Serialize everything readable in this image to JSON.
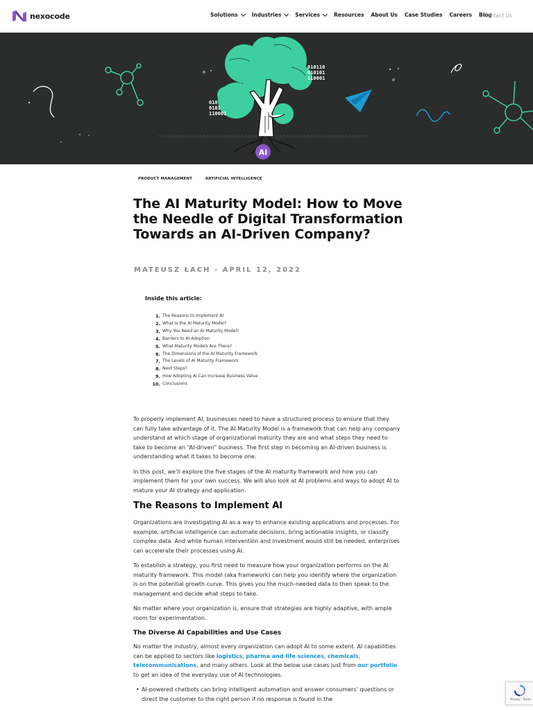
{
  "header": {
    "brand": "nexocode",
    "nav": [
      {
        "label": "Solutions",
        "has_dropdown": true
      },
      {
        "label": "Industries",
        "has_dropdown": true
      },
      {
        "label": "Services",
        "has_dropdown": true
      },
      {
        "label": "Resources",
        "has_dropdown": false
      },
      {
        "label": "About Us",
        "has_dropdown": false
      },
      {
        "label": "Case Studies",
        "has_dropdown": false
      },
      {
        "label": "Careers",
        "has_dropdown": false
      },
      {
        "label": "Blog",
        "has_dropdown": false
      }
    ],
    "contact": "Contact Us"
  },
  "hero": {
    "binary_right": [
      "010110",
      "010101",
      "110001"
    ],
    "binary_left": [
      "010",
      "0101",
      "110001"
    ],
    "badge": "AI"
  },
  "article": {
    "tags": [
      "PRODUCT MANAGEMENT",
      "ARTIFICIAL INTELLIGENCE"
    ],
    "title": "The AI Maturity Model: How to Move the Needle of Digital Transformation Towards an AI-Driven Company?",
    "byline": "MATEUSZ ŁACH - APRIL 12, 2022",
    "toc_title": "Inside this article:",
    "toc": [
      "The Reasons to Implement AI",
      "What Is the AI Maturity Model?",
      "Why You Need an AI Maturity Model?",
      "Barriers to AI Adoption",
      "What Maturity Models Are There?",
      "The Dimensions of the AI Maturity Framework",
      "The Levels of AI Maturity Framework",
      "Next Steps?",
      "How Adopting AI Can Increase Business Value",
      "Conclusions"
    ],
    "intro_p1": "To properly implement AI, businesses need to have a structured process to ensure that they can fully take advantage of it. The AI Maturity Model is a framework that can help any company understand at which stage of organizational maturity they are and what steps they need to take to become an “AI-driven” business. The first step in becoming an AI-driven business is understanding what it takes to become one.",
    "intro_p2": "In this post, we’ll explore the five stages of the AI maturity framework and how you can implement them for your own success. We will also look at AI problems and ways to adopt AI to mature your AI strategy and application.",
    "section1_heading": "The Reasons to Implement AI",
    "section1_p1": "Organizations are investigating AI as a way to enhance existing applications and processes. For example, artificial intelligence can automate decisions, bring actionable insights, or classify complex data. And while human intervention and investment would still be needed, enterprises can accelerate their processes using AI.",
    "section1_p2": "To establish a strategy, you first need to measure how your organization performs on the AI maturity framework. This model (aka framework) can help you identify where the organization is on the potential growth curve. This gives you the much-needed data to then speak to the management and decide what steps to take.",
    "section1_p3": "No matter where your organization is, ensure that strategies are highly adaptive, with ample room for experimentation.",
    "subheading": "The Diverse AI Capabilities and Use Cases",
    "caps_p_start": "No matter the industry, almost every organization can adopt AI to some extent. AI capabilities can be applied to sectors like ",
    "link_logistics": "logistics",
    "sep1": ", ",
    "link_pharma": "pharma and life sciences",
    "sep2": ", ",
    "link_chemicals": "chemicals",
    "sep3": ", ",
    "link_telecom": "telecommunications",
    "caps_p_mid": ", and many others.  Look at the below use cases just from ",
    "link_portfolio": "our portfolio",
    "caps_p_end": " to get an idea of the everyday use of AI technologies.",
    "bullet1": "AI-powered chatbots can bring intelligent automation and answer consumers’ questions or direct the customer to the right person if no response is found in the"
  },
  "recaptcha": {
    "text": "Privacy - Terms"
  },
  "colors": {
    "hero_bg": "#2b2c2c",
    "tree_green": "#3ecfa0",
    "accent_purple": "#8b56c7",
    "link_blue": "#1493d6",
    "plane_blue": "#1e9bd7"
  }
}
